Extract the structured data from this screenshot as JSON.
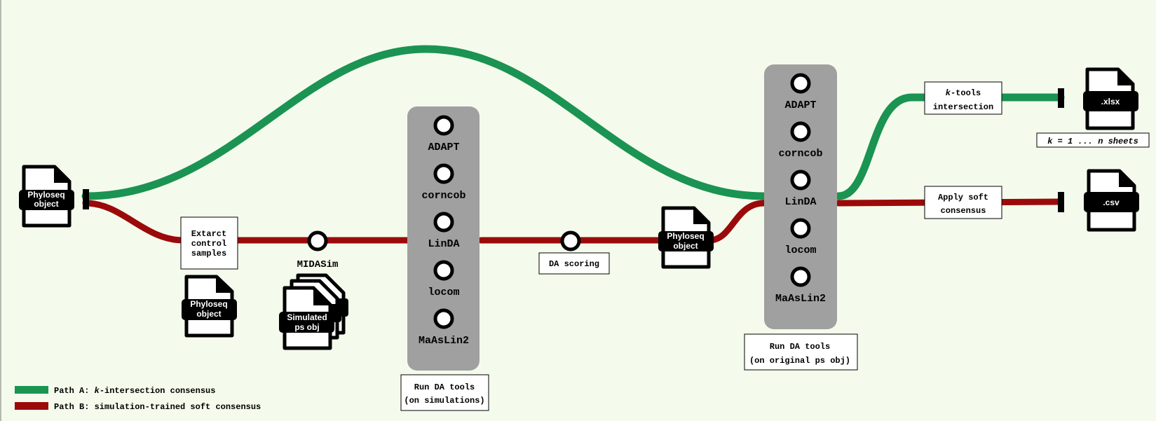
{
  "colors": {
    "background": "#f4fbec",
    "path_a": "#1b9352",
    "path_b": "#9b0a0a",
    "tool_panel": "#a0a0a0"
  },
  "files": {
    "source": "Phyloseq object",
    "control": "Phyloseq object",
    "simulated": "Simulated ps obj",
    "scored": "Phyloseq object",
    "xlsx": ".xlsx",
    "csv": ".csv"
  },
  "boxes": {
    "extract": [
      "Extarct",
      "control",
      "samples"
    ],
    "da_scoring": "DA scoring",
    "run_sim": [
      "Run DA tools",
      "(on simulations)"
    ],
    "run_orig": [
      "Run DA tools",
      "(on original ps obj)"
    ],
    "k_tools": [
      "k",
      "-tools",
      "intersection"
    ],
    "soft": [
      "Apply soft",
      "consensus"
    ],
    "sheets": "k = 1 ... n sheets"
  },
  "labels": {
    "midasim": "MIDASim"
  },
  "tools": [
    "ADAPT",
    "corncob",
    "LinDA",
    "locom",
    "MaAsLin2"
  ],
  "legend": {
    "path_a": [
      "Path A: ",
      "k",
      "-intersection consensus"
    ],
    "path_b": "Path B: simulation-trained soft consensus"
  }
}
